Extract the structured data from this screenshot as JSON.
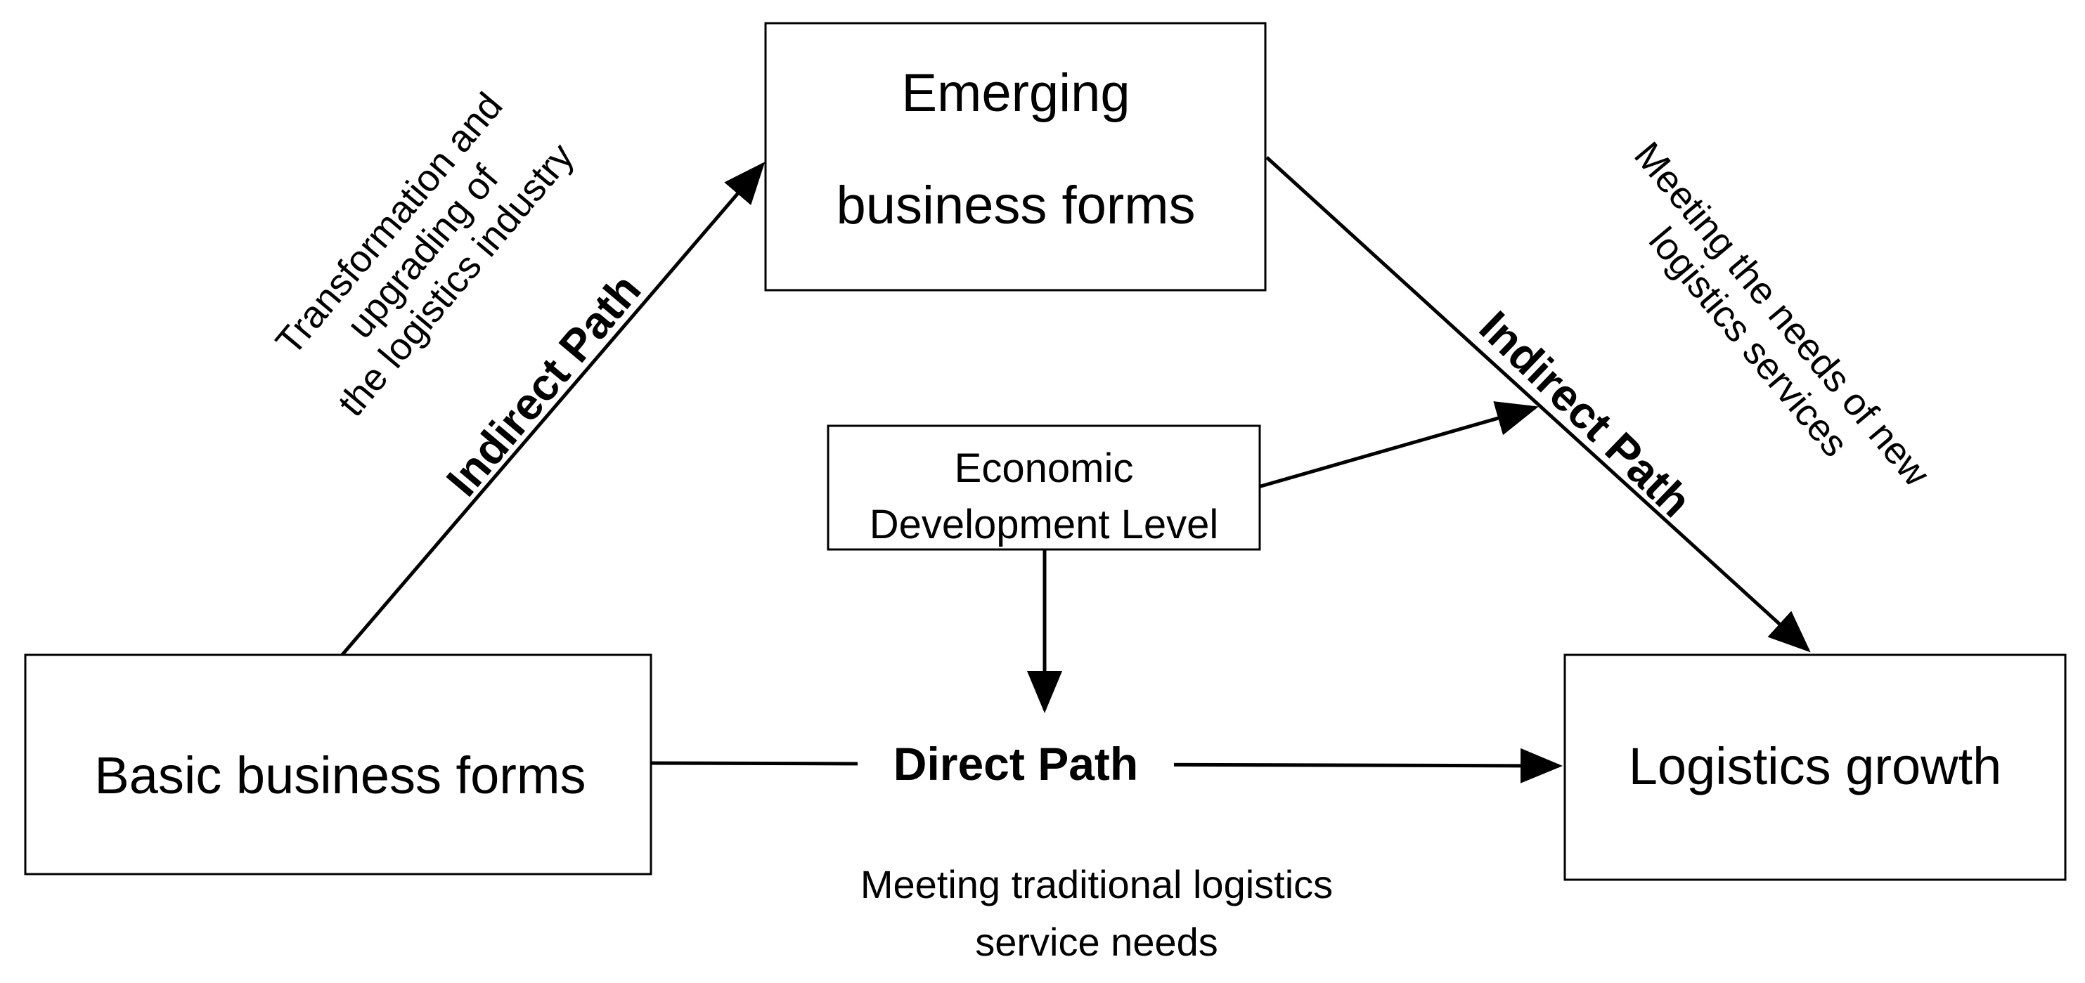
{
  "nodes": {
    "emerging": {
      "lines": [
        "Emerging",
        "business forms"
      ]
    },
    "economic": {
      "lines": [
        "Economic",
        "Development Level"
      ]
    },
    "basic": {
      "lines": [
        "Basic business forms"
      ]
    },
    "growth": {
      "lines": [
        "Logistics growth"
      ]
    }
  },
  "edges": {
    "left_label": "Indirect Path",
    "right_label": "Indirect Path",
    "bottom_label": "Direct Path"
  },
  "annotations": {
    "left": [
      "Transformation and",
      "upgrading of",
      "the logistics industry"
    ],
    "right": [
      "Meeting the needs of new",
      "logistics services"
    ],
    "bottom": [
      "Meeting traditional logistics",
      "service needs"
    ]
  }
}
